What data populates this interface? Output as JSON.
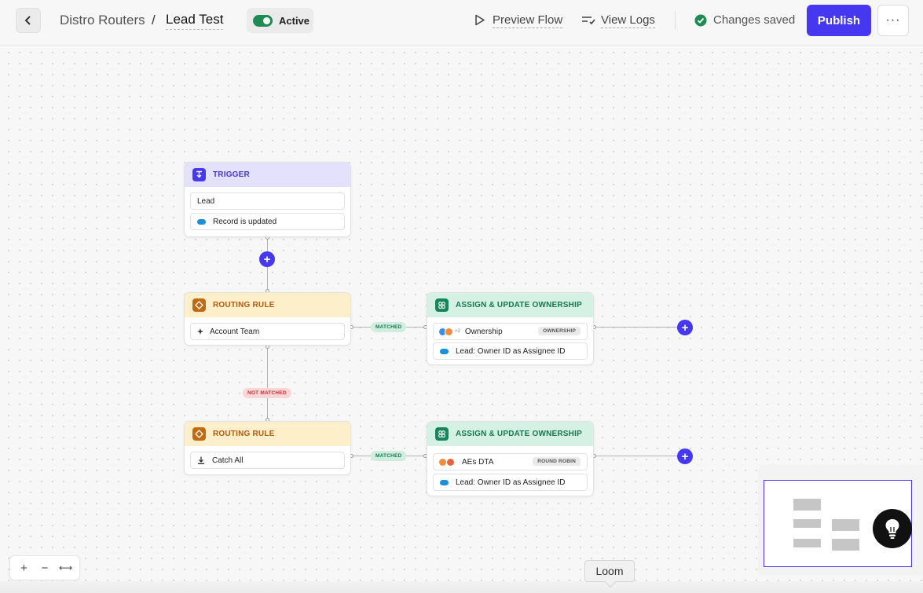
{
  "header": {
    "breadcrumb_parent": "Distro Routers",
    "breadcrumb_sep": "/",
    "breadcrumb_current": "Lead Test",
    "status_label": "Active",
    "preview_label": "Preview Flow",
    "logs_label": "View Logs",
    "saved_label": "Changes saved",
    "publish_label": "Publish",
    "more_label": "···"
  },
  "colors": {
    "accent": "#4638f0",
    "active_toggle": "#1f8a52",
    "saved_icon": "#1f8a52"
  },
  "trigger": {
    "title": "TRIGGER",
    "object": "Lead",
    "event": "Record is updated"
  },
  "rule1": {
    "title": "ROUTING RULE",
    "condition": "Account Team",
    "matched_label": "MATCHED",
    "not_matched_label": "NOT MATCHED"
  },
  "assign1": {
    "title": "ASSIGN & UPDATE OWNERSHIP",
    "extra_count": "+2",
    "assignee": "Ownership",
    "method": "OWNERSHIP",
    "action": "Lead: Owner ID as Assignee ID"
  },
  "rule2": {
    "title": "ROUTING RULE",
    "condition": "Catch All",
    "matched_label": "MATCHED"
  },
  "assign2": {
    "title": "ASSIGN & UPDATE OWNERSHIP",
    "assignee": "AEs DTA",
    "method": "ROUND ROBIN",
    "action": "Lead: Owner ID as Assignee ID"
  },
  "zoom": {
    "in": "+",
    "out": "−",
    "fit": "⟷"
  },
  "tooltip": {
    "loom": "Loom"
  }
}
